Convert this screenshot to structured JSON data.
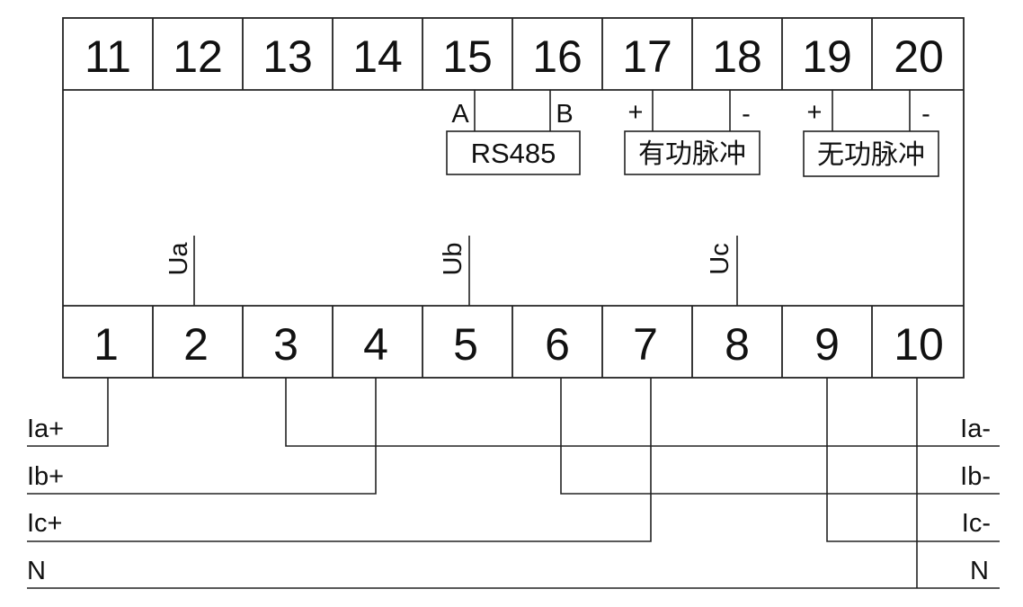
{
  "top_terminals": [
    "11",
    "12",
    "13",
    "14",
    "15",
    "16",
    "17",
    "18",
    "19",
    "20"
  ],
  "bottom_terminals": [
    "1",
    "2",
    "3",
    "4",
    "5",
    "6",
    "7",
    "8",
    "9",
    "10"
  ],
  "comm": {
    "a_label": "A",
    "b_label": "B",
    "box_label": "RS485"
  },
  "active_pulse": {
    "plus": "+",
    "minus": "-",
    "label": "有功脉冲"
  },
  "reactive_pulse": {
    "plus": "+",
    "minus": "-",
    "label": "无功脉冲"
  },
  "voltage_labels": {
    "ua": "Ua",
    "ub": "Ub",
    "uc": "Uc"
  },
  "wires": {
    "left": [
      "Ia+",
      "Ib+",
      "Ic+",
      "N"
    ],
    "right": [
      "Ia-",
      "Ib-",
      "Ic-",
      "N"
    ]
  }
}
